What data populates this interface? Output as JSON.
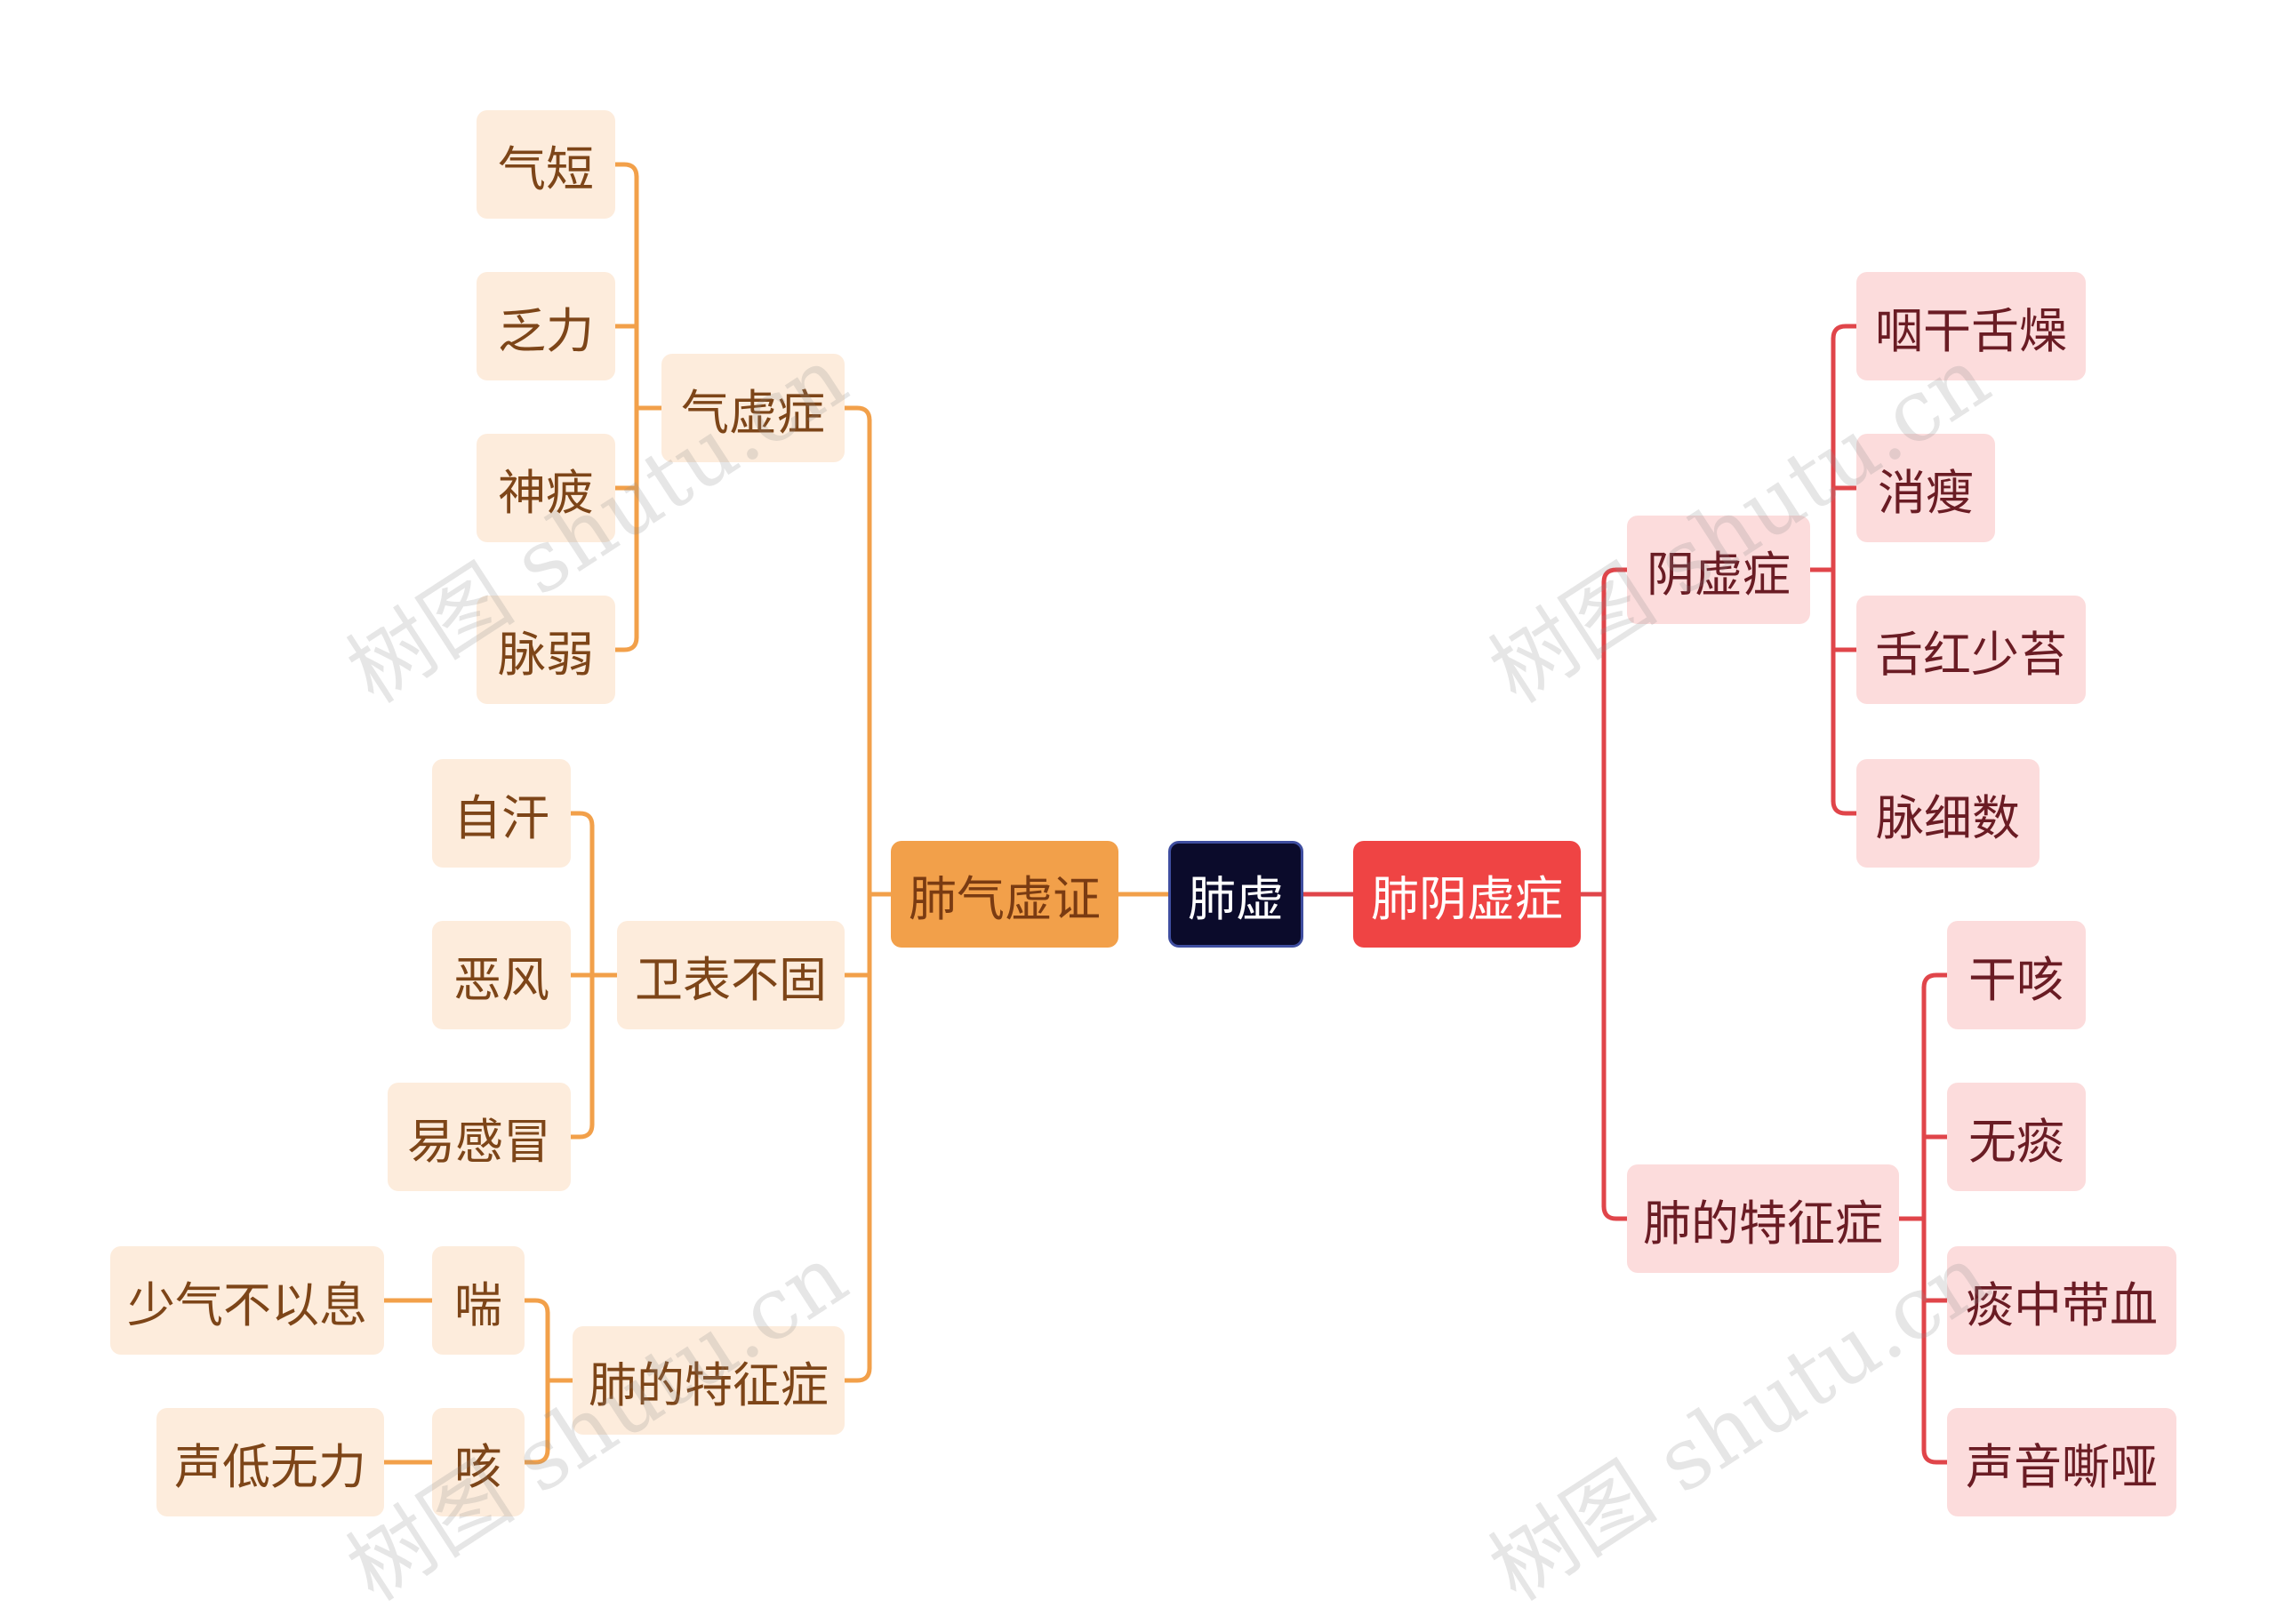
{
  "root": "肺虚",
  "left": {
    "label": "肺气虚证",
    "color": "#f2a04a",
    "groups": [
      {
        "label": "气虚症",
        "children": [
          "气短",
          "乏力",
          "神疲",
          "脉弱"
        ]
      },
      {
        "label": "卫表不固",
        "children": [
          "自汗",
          "恶风",
          "易感冒"
        ]
      },
      {
        "label": "肺的特征症",
        "children": [
          {
            "label": "喘",
            "detail": "少气不以息"
          },
          {
            "label": "咳",
            "detail": "声低无力"
          }
        ]
      }
    ]
  },
  "right": {
    "label": "肺阴虚症",
    "color": "#e0454a",
    "groups": [
      {
        "label": "阴虚症",
        "children": [
          "咽干舌燥",
          "消瘦",
          "舌红少苔",
          "脉细数"
        ]
      },
      {
        "label": "肺的特征症",
        "children": [
          "干咳",
          "无痰",
          "痰中带血",
          "声音嘶哑"
        ]
      }
    ]
  },
  "watermark": "树图 shutu.cn"
}
